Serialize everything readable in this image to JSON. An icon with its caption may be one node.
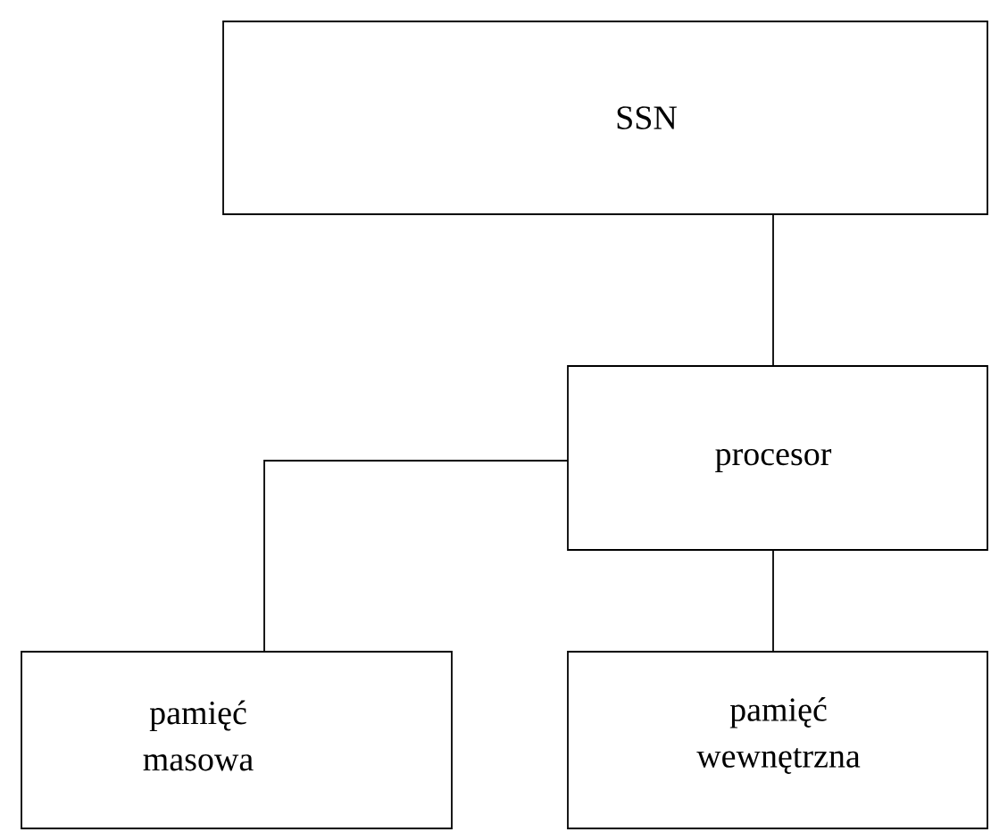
{
  "diagram": {
    "nodes": [
      {
        "text": [
          "SSN"
        ]
      },
      {
        "text": [
          "procesor"
        ]
      },
      {
        "text": [
          "pamięć masowa"
        ]
      },
      {
        "text": [
          "pamięć wewnętrzna"
        ]
      }
    ],
    "edges": [
      {
        "from": 0,
        "to": 1,
        "arrow": "none"
      },
      {
        "from": 1,
        "to": 2,
        "arrow": "none"
      },
      {
        "from": 1,
        "to": 3,
        "arrow": "none"
      }
    ]
  }
}
